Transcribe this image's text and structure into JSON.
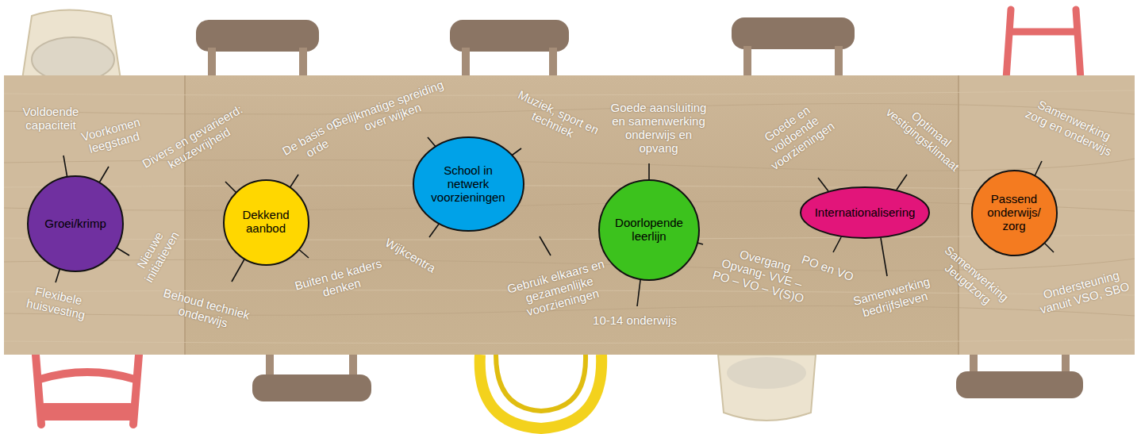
{
  "diagram": {
    "nodes": [
      {
        "text": [
          "Groei/krimp"
        ]
      },
      {
        "text": [
          "Dekkend aanbod"
        ]
      },
      {
        "text": [
          "School in netwerk voorzieningen"
        ]
      },
      {
        "text": [
          "Doorlopende leerlijn"
        ]
      },
      {
        "text": [
          "Internationalisering"
        ]
      },
      {
        "text": [
          "Passend onderwijs/ zorg"
        ]
      }
    ],
    "labels": [
      "Voldoende capaciteit",
      "Voorkomen leegstand",
      "Flexibele huisvesting",
      "Nieuwe initiatieven",
      "Divers en gevarieerd: keuzevrijheid",
      "De basis op orde",
      "Behoud techniek onderwijs",
      "Buiten de kaders denken",
      "Gelijkmatige spreiding over wijken",
      "Muziek, sport en techniek",
      "Wijkcentra",
      "Gebruik elkaars en gezamenlijke voorzieningen",
      "Goede aansluiting en samenwerking onderwijs en opvang",
      "Overgang Opvang- VVE – PO – VO – V(S)O",
      "10-14 onderwijs",
      "Goede en voldoende voorzieningen",
      "Optimaal vestigingsklimaat",
      "PO en VO",
      "Samenwerking bedrijfsleven",
      "Samenwerking zorg en onderwijs",
      "Samenwerking Jeugdzorg",
      "Ondersteuning vanuit VSO, SBO"
    ]
  }
}
